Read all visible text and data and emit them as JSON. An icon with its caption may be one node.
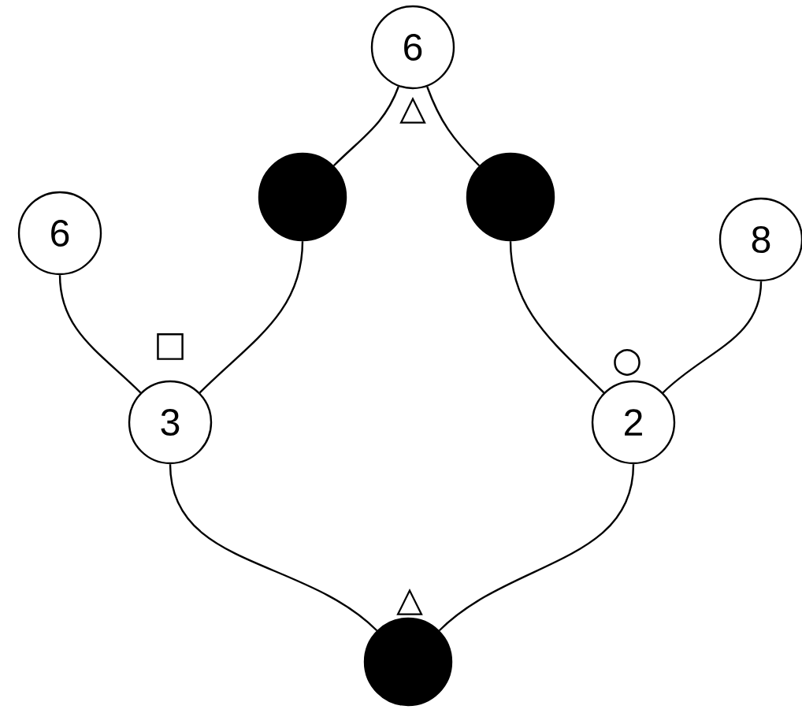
{
  "diagram": {
    "nodes": [
      {
        "text": [
          "6"
        ]
      },
      {
        "text": [],
        "shape": "circle"
      },
      {
        "text": [],
        "shape": "circle"
      },
      {
        "text": [
          "6"
        ]
      },
      {
        "text": [
          "8"
        ]
      },
      {
        "text": [
          "3"
        ]
      },
      {
        "text": [
          "2"
        ]
      },
      {
        "text": [],
        "shape": "circle"
      }
    ],
    "edges": [
      {
        "from": 0,
        "to": 1,
        "arrow": "none"
      },
      {
        "from": 0,
        "to": 2,
        "arrow": "none"
      },
      {
        "from": 3,
        "to": 5,
        "arrow": "none"
      },
      {
        "from": 1,
        "to": 5,
        "arrow": "none"
      },
      {
        "from": 2,
        "to": 6,
        "arrow": "none"
      },
      {
        "from": 4,
        "to": 6,
        "arrow": "none"
      },
      {
        "from": 5,
        "to": 7,
        "arrow": "none"
      },
      {
        "from": 6,
        "to": 7,
        "arrow": "none"
      }
    ],
    "labels": [
      "△",
      "□",
      "○",
      "△"
    ]
  }
}
